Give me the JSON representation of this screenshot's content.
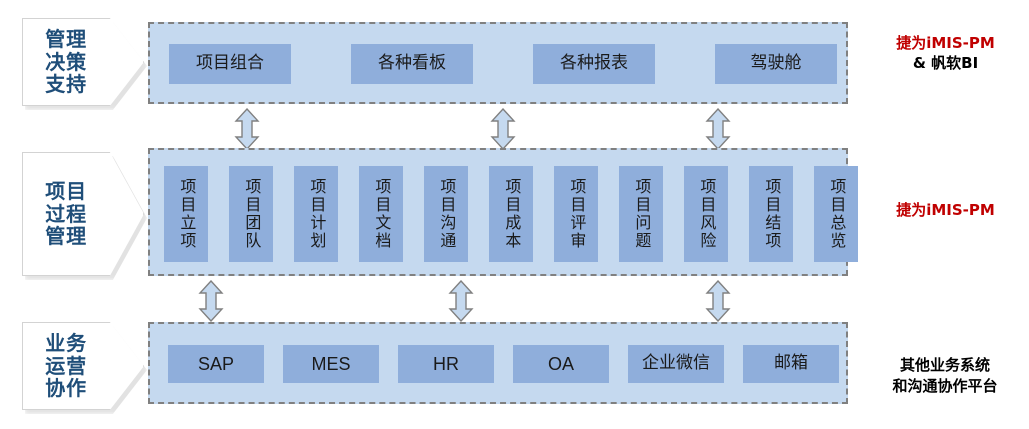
{
  "diagram": {
    "title": "项目管理平台架构图",
    "colors": {
      "band_fill": "#c5d9ef",
      "band_border": "#808080",
      "item_fill": "#8faedb",
      "label_text": "#1f4e79",
      "accent_red": "#c00000",
      "arrow_fill": "#c5d9ef",
      "arrow_stroke": "#808080"
    }
  },
  "layers": [
    {
      "id": "management-decision-support",
      "label": "管理\n决策\n支持",
      "items": [
        {
          "label": "项目组合"
        },
        {
          "label": "各种看板"
        },
        {
          "label": "各种报表"
        },
        {
          "label": "驾驶舱"
        }
      ],
      "note": {
        "red": "捷为iMIS-PM",
        "black": "& 帆软BI"
      }
    },
    {
      "id": "project-process-management",
      "label": "项目\n过程\n管理",
      "items": [
        {
          "label": "项目立项"
        },
        {
          "label": "项目团队"
        },
        {
          "label": "项目计划"
        },
        {
          "label": "项目文档"
        },
        {
          "label": "项目沟通"
        },
        {
          "label": "项目成本"
        },
        {
          "label": "项目评审"
        },
        {
          "label": "项目问题"
        },
        {
          "label": "项目风险"
        },
        {
          "label": "项目结项"
        },
        {
          "label": "项目总览"
        }
      ],
      "note": {
        "red": "捷为iMIS-PM",
        "black": ""
      }
    },
    {
      "id": "business-operation-collaboration",
      "label": "业务\n运营\n协作",
      "items": [
        {
          "label": "SAP"
        },
        {
          "label": "MES"
        },
        {
          "label": "HR"
        },
        {
          "label": "OA"
        },
        {
          "label": "企业微信"
        },
        {
          "label": "邮箱"
        }
      ],
      "note": {
        "red": "",
        "black": "其他业务系统\n和沟通协作平台"
      }
    }
  ],
  "connectors": {
    "upper": [
      {
        "name": "connector-top-1"
      },
      {
        "name": "connector-top-2"
      },
      {
        "name": "connector-top-3"
      }
    ],
    "lower": [
      {
        "name": "connector-bottom-1"
      },
      {
        "name": "connector-bottom-2"
      },
      {
        "name": "connector-bottom-3"
      }
    ]
  }
}
